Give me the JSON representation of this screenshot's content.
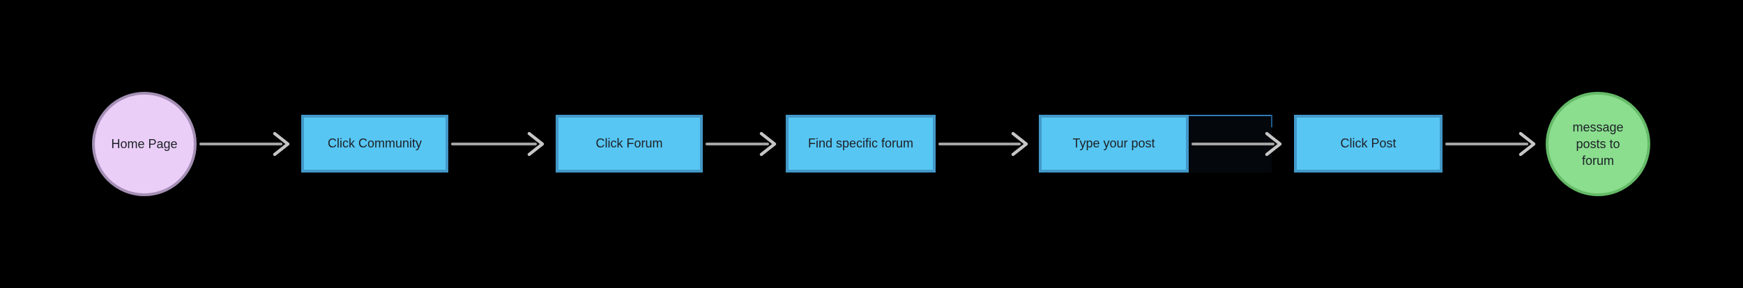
{
  "canvas": {
    "background": "#000000",
    "type": "flowchart"
  },
  "nodes": [
    {
      "id": "home-page",
      "shape": "circle",
      "label": "Home Page",
      "fill": "#EACEF7",
      "border": "#A58FB5",
      "text_color": "#1D2127"
    },
    {
      "id": "click-community",
      "shape": "rectangle",
      "label": "Click Community",
      "fill": "#57C6F3",
      "border": "#4298C7",
      "text_color": "#1D2127"
    },
    {
      "id": "click-forum",
      "shape": "rectangle",
      "label": "Click Forum",
      "fill": "#57C6F3",
      "border": "#4298C7",
      "text_color": "#1D2127"
    },
    {
      "id": "find-specific-forum",
      "shape": "rectangle",
      "label": "Find specific forum",
      "fill": "#57C6F3",
      "border": "#4298C7",
      "text_color": "#1D2127"
    },
    {
      "id": "type-your-post",
      "shape": "rectangle",
      "label": "Type your post",
      "fill": "#57C6F3",
      "border": "#4298C7",
      "text_color": "#1D2127"
    },
    {
      "id": "click-post",
      "shape": "rectangle",
      "label": "Click Post",
      "fill": "#57C6F3",
      "border": "#4298C7",
      "text_color": "#1D2127"
    },
    {
      "id": "message-posts-to-forum",
      "shape": "circle",
      "label": "message posts to forum",
      "fill": "#8ADE8E",
      "border": "#65BB68",
      "text_color": "#1D2127"
    }
  ],
  "connectors": [
    {
      "from": "home-page",
      "to": "click-community",
      "style": "open-chevron-arrow",
      "color": "#A4A4A4"
    },
    {
      "from": "click-community",
      "to": "click-forum",
      "style": "open-chevron-arrow",
      "color": "#A4A4A4"
    },
    {
      "from": "click-forum",
      "to": "find-specific-forum",
      "style": "open-chevron-arrow",
      "color": "#A4A4A4"
    },
    {
      "from": "find-specific-forum",
      "to": "type-your-post",
      "style": "open-chevron-arrow",
      "color": "#A4A4A4"
    },
    {
      "from": "type-your-post",
      "to": "click-post",
      "style": "open-chevron-arrow",
      "color": "#A4A4A4"
    },
    {
      "from": "click-post",
      "to": "message-posts-to-forum",
      "style": "open-chevron-arrow",
      "color": "#A4A4A4"
    }
  ],
  "artifact": {
    "type": "stray-line",
    "description": "thin blue line along top edge between Type your post and Click Post",
    "color": "#2E7CBA"
  }
}
